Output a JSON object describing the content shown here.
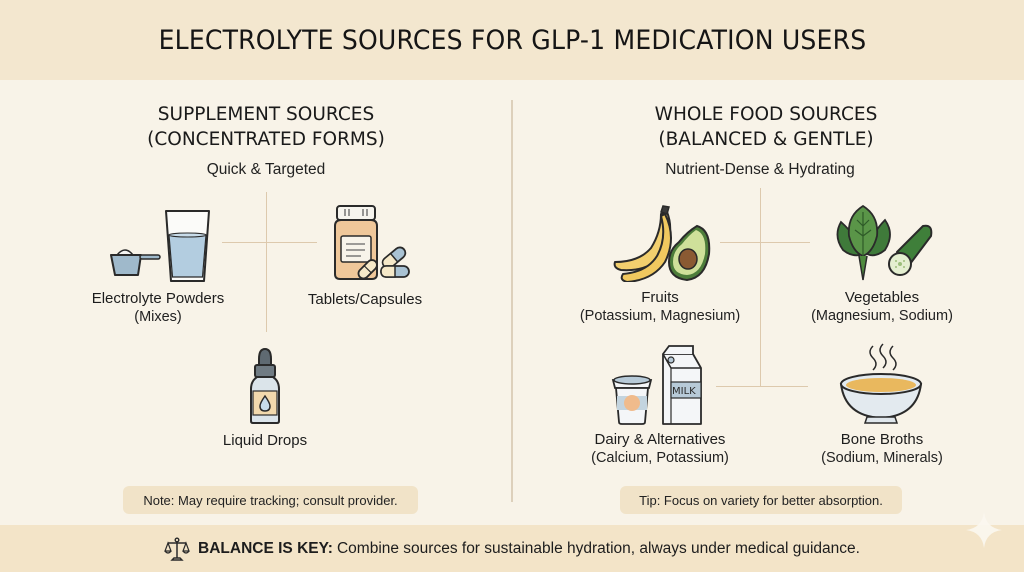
{
  "title": "ELECTROLYTE SOURCES FOR GLP-1 MEDICATION USERS",
  "left_panel": {
    "title_line1": "SUPPLEMENT SOURCES",
    "title_line2": "(CONCENTRATED FORMS)",
    "subtitle": "Quick & Targeted",
    "items": [
      {
        "name": "Electrolyte Powders",
        "detail": "(Mixes)",
        "icon": "powder-scoop-and-water-glass-icon"
      },
      {
        "name": "Tablets/Capsules",
        "detail": "",
        "icon": "pill-bottle-and-capsules-icon"
      },
      {
        "name": "Liquid Drops",
        "detail": "",
        "icon": "dropper-bottle-icon"
      }
    ],
    "note": "Note: May require tracking; consult provider."
  },
  "right_panel": {
    "title_line1": "WHOLE FOOD SOURCES",
    "title_line2": "(BALANCED & GENTLE)",
    "subtitle": "Nutrient-Dense & Hydrating",
    "items": [
      {
        "name": "Fruits",
        "detail": "(Potassium, Magnesium)",
        "icon": "banana-and-avocado-icon"
      },
      {
        "name": "Vegetables",
        "detail": "(Magnesium, Sodium)",
        "icon": "spinach-and-cucumber-icon"
      },
      {
        "name": "Dairy & Alternatives",
        "detail": "(Calcium, Potassium)",
        "icon": "yogurt-and-milk-carton-icon",
        "carton_label": "MILK"
      },
      {
        "name": "Bone Broths",
        "detail": "(Sodium, Minerals)",
        "icon": "broth-bowl-icon"
      }
    ],
    "tip": "Tip: Focus on variety for better absorption."
  },
  "footer": {
    "icon": "balance-scale-icon",
    "key_label": "BALANCE IS KEY:",
    "text": "Combine sources for sustainable hydration, always under medical guidance."
  },
  "colors": {
    "background": "#f8f3e8",
    "header_band": "#f3e7cf",
    "footer_band": "#f3e4c8",
    "note_background": "#f1e3c8",
    "connector_line": "#ddc9ad"
  }
}
